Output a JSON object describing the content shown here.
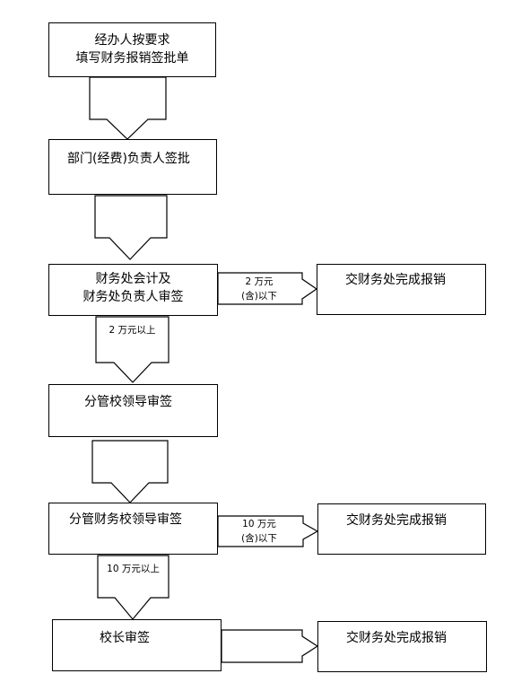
{
  "steps": {
    "s1": {
      "line1": "经办人按要求",
      "line2": "填写财务报销签批单"
    },
    "s2": {
      "label": "部门(经费)负责人签批"
    },
    "s3": {
      "line1": "财务处会计及",
      "line2": "财务处负责人审签"
    },
    "s4": {
      "label": "分管校领导审签"
    },
    "s5": {
      "label": "分管财务校领导审签"
    },
    "s6": {
      "label": "校长审签"
    }
  },
  "branches": {
    "b1": {
      "cond_line1": "2 万元",
      "cond_line2": "(含)以下",
      "result": "交财务处完成报销"
    },
    "b2": {
      "cond_line1": "10 万元",
      "cond_line2": "(含)以下",
      "result": "交财务处完成报销"
    },
    "b3": {
      "result": "交财务处完成报销"
    }
  },
  "conditions": {
    "c1": "2 万元以上",
    "c2": "10 万元以上"
  }
}
